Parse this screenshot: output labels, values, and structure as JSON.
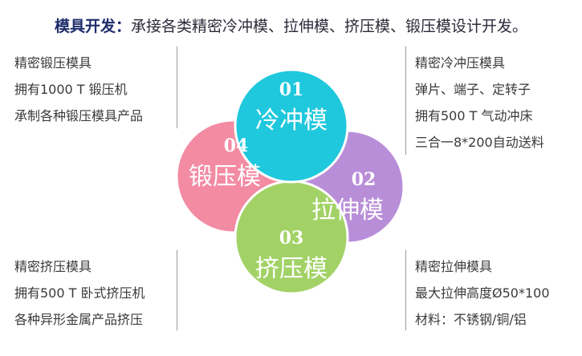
{
  "header": {
    "title": "模具开发：",
    "description": "承接各类精密冷冲模、拉伸模、挤压模、锻压模设计开发。"
  },
  "blocks": {
    "top_left": [
      "精密锻压模具",
      "拥有1000 T 锻压机",
      "承制各种锻压模具产品"
    ],
    "top_right": [
      "精密冷冲压模具",
      "弹片、端子、定转子",
      "拥有500 T 气动冲床",
      "三合一8*200自动送料"
    ],
    "bottom_left": [
      "精密挤压模具",
      "拥有500 T 卧式挤压机",
      "各种异形金属产品挤压"
    ],
    "bottom_right": [
      "精密拉伸模具",
      "最大拉伸高度Ø50*100",
      "材料：不锈钢/铜/铝"
    ]
  },
  "petals": [
    {
      "num": "01",
      "name": "冷冲模",
      "color": "#1fc8dd"
    },
    {
      "num": "02",
      "name": "拉伸模",
      "color": "#b98ed8"
    },
    {
      "num": "03",
      "name": "挤压模",
      "color": "#a2d266"
    },
    {
      "num": "04",
      "name": "锻压模",
      "color": "#f38ba3"
    }
  ]
}
